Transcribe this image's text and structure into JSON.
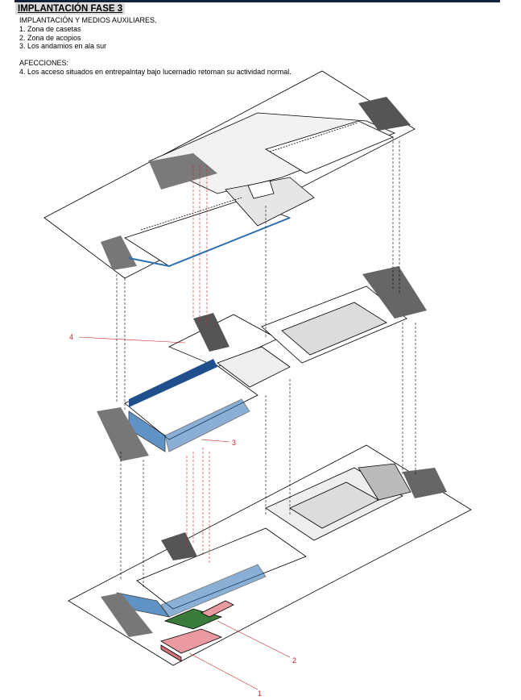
{
  "title": "IMPLANTACIÓN FASE 3",
  "subtitle": "IMPLANTACIÓN Y MEDIOS AUXILIARES.",
  "items": [
    "1. Zona de casetas",
    "2. Zona de acopios",
    "3. Los andamios en ala sur"
  ],
  "afecciones_title": "AFECCIONES:",
  "afecciones_items": [
    "4. Los acceso situados en entrepalntay bajo lucernadio retoman su actividad normal."
  ],
  "callouts": [
    "1",
    "2",
    "3",
    "4"
  ],
  "colors": {
    "header_bar": "#14213d",
    "title_bg": "#d9d9d9",
    "scaffold_blue": "#2a6fb4",
    "site_huts_red": "#e89aa0",
    "callout_red": "#cc2222"
  }
}
